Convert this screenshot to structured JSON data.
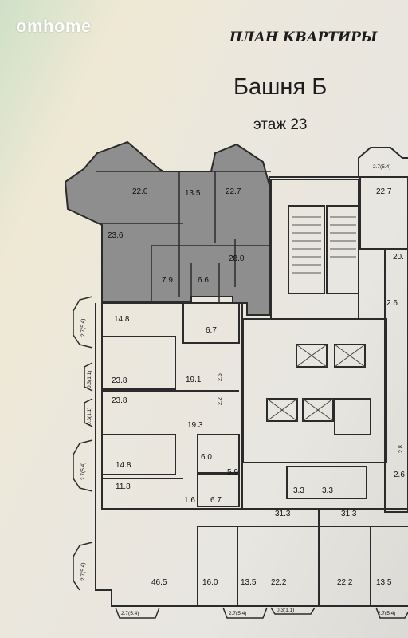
{
  "header": {
    "logo": "omhome",
    "title": "ПЛАН КВАРТИРЫ",
    "tower": "Башня Б",
    "floor": "этаж 23"
  },
  "rooms": {
    "r22_0": "22.0",
    "r13_5": "13.5",
    "r22_7a": "22.7",
    "r22_7b": "22.7",
    "r23_6": "23.6",
    "r28_0": "28.0",
    "r20_x": "20.",
    "r7_9": "7.9",
    "r6_6": "6.6",
    "r2_6a": "2.6",
    "r14_8a": "14.8",
    "r6_7a": "6.7",
    "r23_8a": "23.8",
    "r19_1": "19.1",
    "r2_5": "2.5",
    "r2_2": "2.2",
    "r23_8b": "23.8",
    "r19_3": "19.3",
    "r2_8": "2.8",
    "r6_0": "6.0",
    "r5_9": "5.9",
    "r14_8b": "14.8",
    "r2_6b": "2.6",
    "r11_8": "11.8",
    "r3_3a": "3.3",
    "r3_3b": "3.3",
    "r1_6": "1.6",
    "r6_7b": "6.7",
    "r31_3a": "31.3",
    "r31_3b": "31.3",
    "r46_5": "46.5",
    "r16_0": "16.0",
    "r13_5b": "13.5",
    "r22_2a": "22.2",
    "r22_2b": "22.2",
    "r13_5c": "13.5"
  },
  "bays": {
    "top_right": "2.7(5.4)",
    "left_1": "2.7(5.4)",
    "left_2": "0.3(1.1)",
    "left_3": "0.3(1.1)",
    "left_4": "2.7(5.4)",
    "left_5": "2.7(5.4)",
    "bottom_1": "2.7(5.4)",
    "bottom_2": "2.7(5.4)",
    "bottom_3": "0.3(1.1)",
    "bottom_4": "2.7(5.4)"
  },
  "colors": {
    "highlight": "#8e8e8e",
    "wall": "#2b2b2b",
    "paper": "#ebe7dd"
  }
}
